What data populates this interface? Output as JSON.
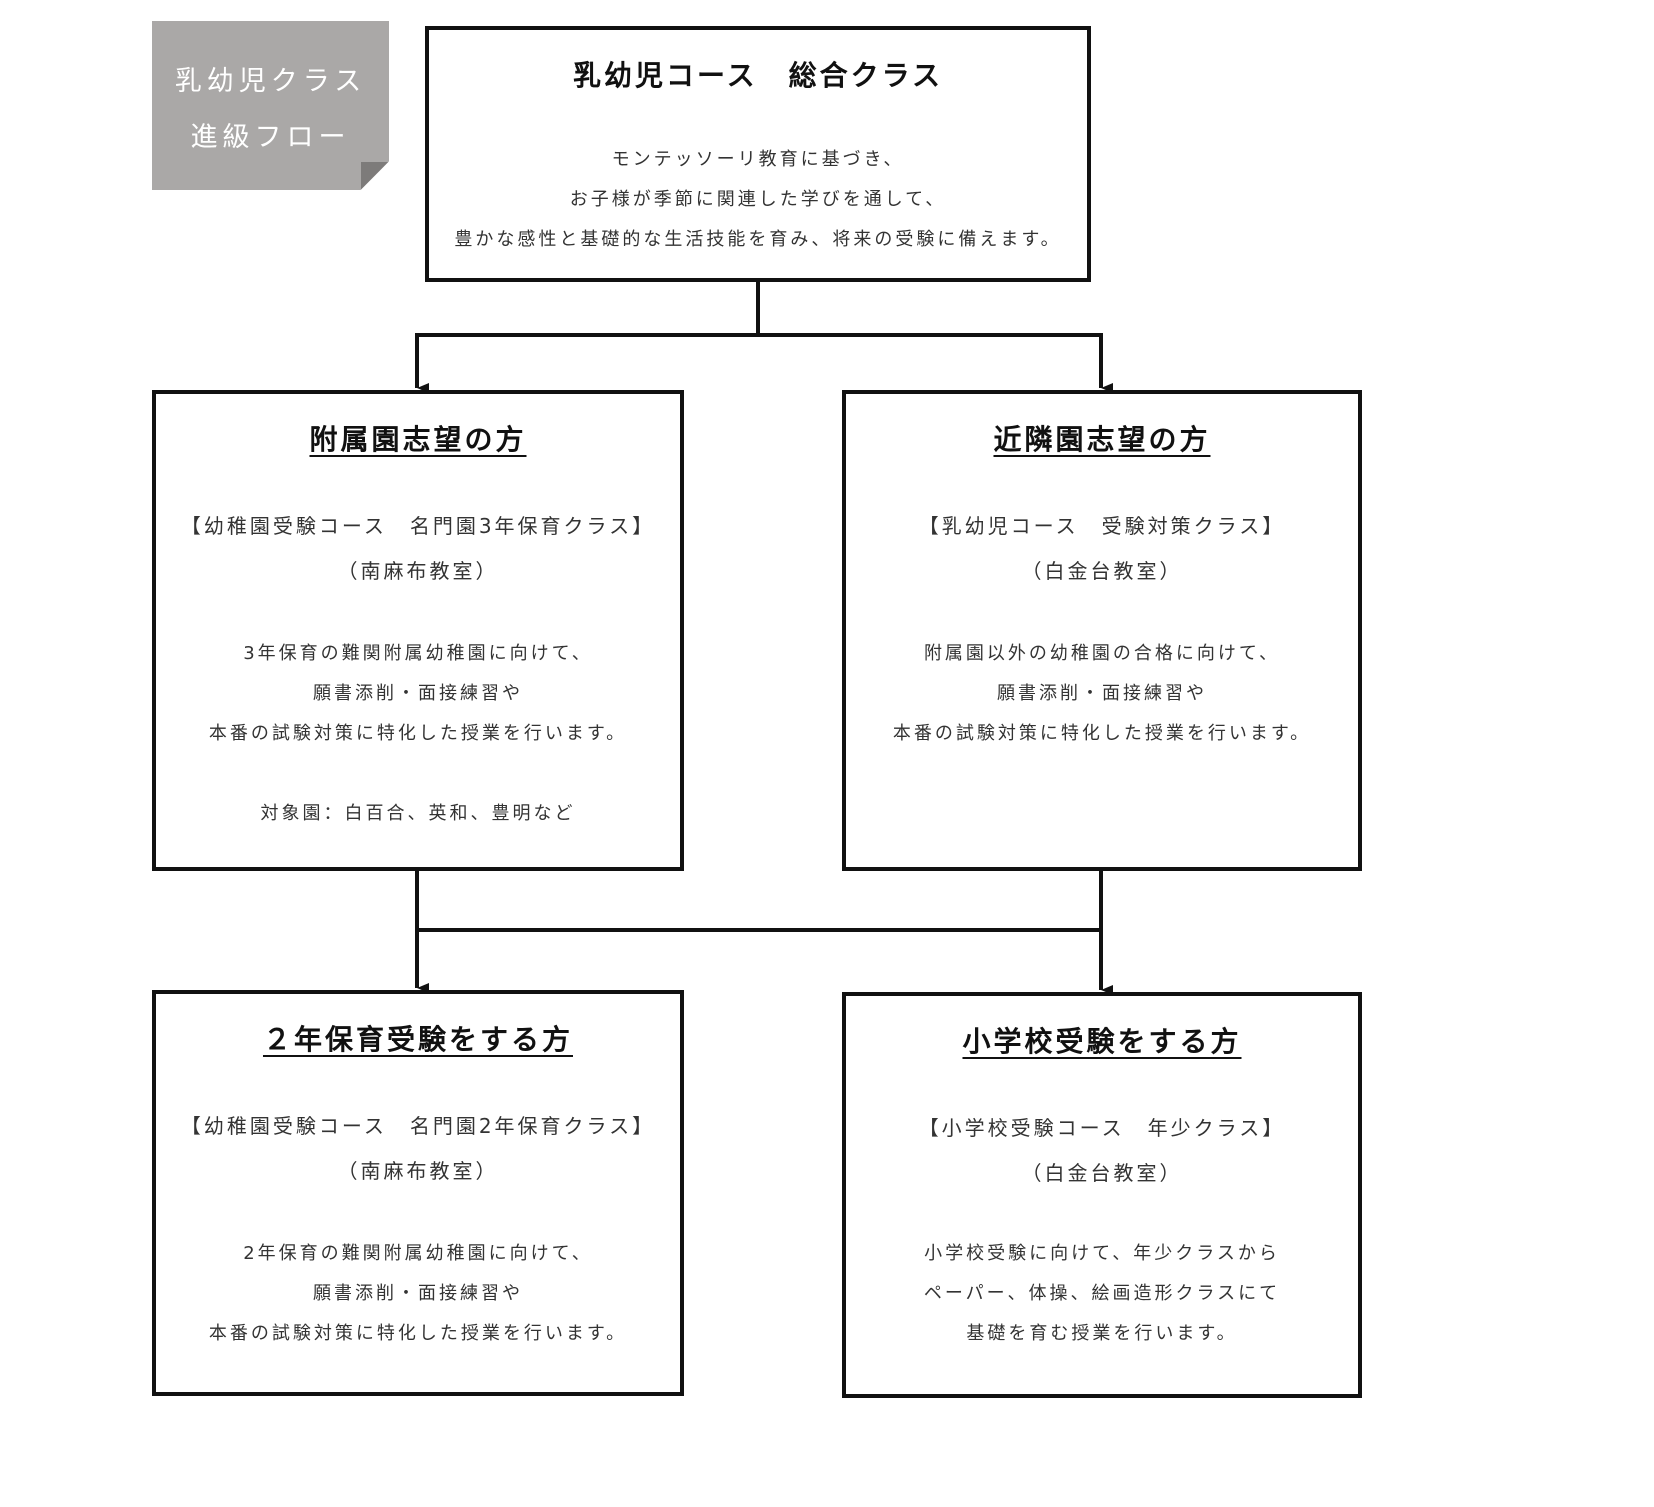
{
  "tag": {
    "line1": "乳幼児クラス",
    "line2": "進級フロー"
  },
  "top": {
    "title": "乳幼児コース　総合クラス",
    "lines": [
      "モンテッソーリ教育に基づき、",
      "お子様が季節に関連した学びを通して、",
      "豊かな感性と基礎的な生活技能を育み、将来の受験に備えます。"
    ]
  },
  "fuzoku": {
    "title": "附属園志望の方",
    "course": "【幼稚園受験コース　名門園3年保育クラス】",
    "location": "（南麻布教室）",
    "lines": [
      "3年保育の難関附属幼稚園に向けて、",
      "願書添削・面接練習や",
      "本番の試験対策に特化した授業を行います。"
    ],
    "targets": "対象園：白百合、英和、豊明など"
  },
  "kinrin": {
    "title": "近隣園志望の方",
    "course": "【乳幼児コース　受験対策クラス】",
    "location": "（白金台教室）",
    "lines": [
      "附属園以外の幼稚園の合格に向けて、",
      "願書添削・面接練習や",
      "本番の試験対策に特化した授業を行います。"
    ]
  },
  "nenhoiku2": {
    "title": "２年保育受験をする方",
    "course": "【幼稚園受験コース　名門園2年保育クラス】",
    "location": "（南麻布教室）",
    "lines": [
      "2年保育の難関附属幼稚園に向けて、",
      "願書添削・面接練習や",
      "本番の試験対策に特化した授業を行います。"
    ]
  },
  "shogakko": {
    "title": "小学校受験をする方",
    "course": "【小学校受験コース　年少クラス】",
    "location": "（白金台教室）",
    "lines": [
      "小学校受験に向けて、年少クラスから",
      "ペーパー、体操、絵画造形クラスにて",
      "基礎を育む授業を行います。"
    ]
  }
}
